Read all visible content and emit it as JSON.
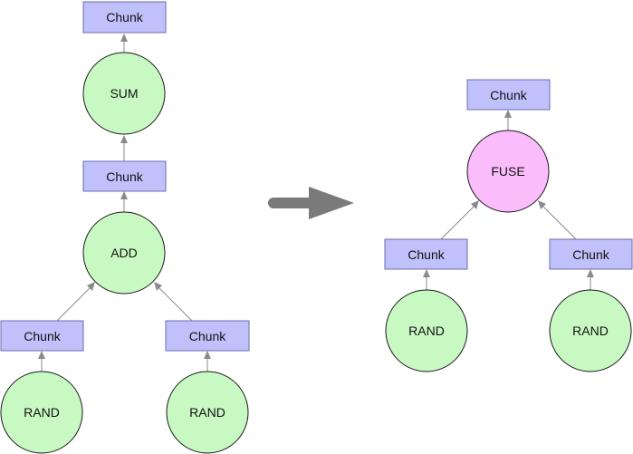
{
  "colors": {
    "chunk_fill": "#c0c0fb",
    "op_fill": "#c9f9c3",
    "fuse_fill": "#fbbcfb",
    "edge": "#8a8a8a",
    "transform_arrow": "#7a7a7a"
  },
  "before": {
    "top_chunk": "Chunk",
    "sum": "SUM",
    "mid_chunk": "Chunk",
    "add": "ADD",
    "left_chunk": "Chunk",
    "right_chunk": "Chunk",
    "left_rand": "RAND",
    "right_rand": "RAND"
  },
  "after": {
    "top_chunk": "Chunk",
    "fuse": "FUSE",
    "left_chunk": "Chunk",
    "right_chunk": "Chunk",
    "left_rand": "RAND",
    "right_rand": "RAND"
  },
  "transform_icon": "right-arrow-icon"
}
